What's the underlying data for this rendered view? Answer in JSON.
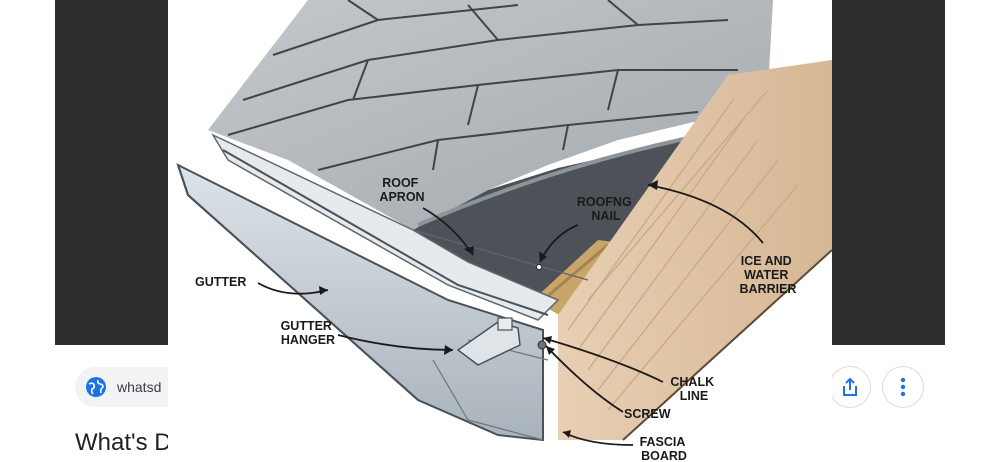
{
  "background": {
    "source_label": "whatsd",
    "result_title": "What's D",
    "icons": [
      "globe-icon",
      "share-icon",
      "more-vert-icon"
    ]
  },
  "diagram": {
    "labels": {
      "roof_apron": [
        "ROOF",
        "APRON"
      ],
      "roofing_nail": [
        "ROOFNG",
        "NAIL"
      ],
      "ice_water_barrier": [
        "ICE AND",
        "WATER",
        "BARRIER"
      ],
      "gutter": [
        "GUTTER"
      ],
      "gutter_hanger": [
        "GUTTER",
        "HANGER"
      ],
      "chalk_line": [
        "CHALK",
        "LINE"
      ],
      "screw": [
        "SCREW"
      ],
      "fascia_board": [
        "FASCIA",
        "BOARD"
      ]
    }
  },
  "colors": {
    "overlay_dim": "#2e2e2e",
    "shingle": "#b3b7bb",
    "barrier": "#4c5258",
    "fascia": "#e1c6a8",
    "gutter_metal": "#cfd6dc"
  }
}
